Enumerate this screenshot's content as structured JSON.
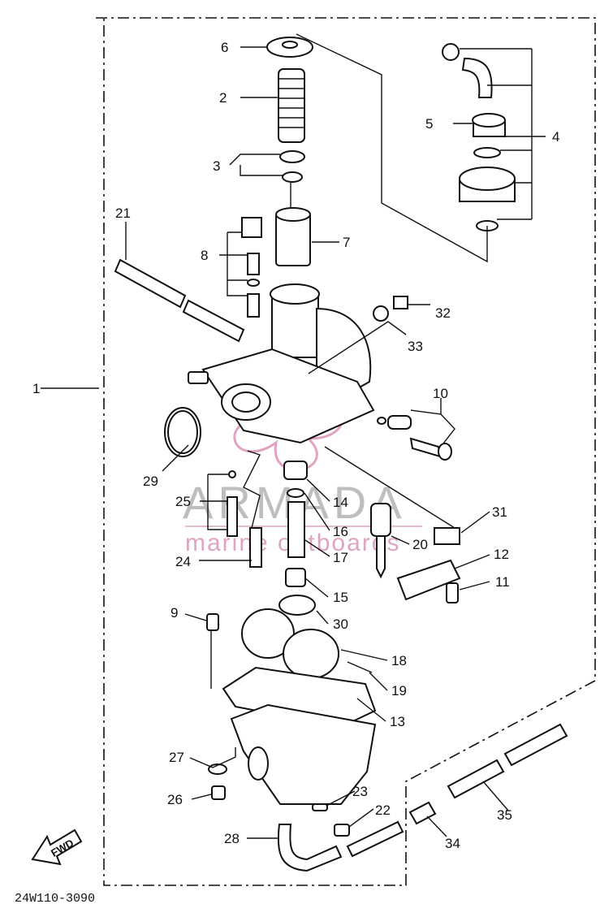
{
  "diagram": {
    "part_code": "24W110-3090",
    "fwd_label": "FWD",
    "watermark": {
      "title": "ARMADA",
      "subtitle": "marine outboards"
    },
    "callouts": [
      "1",
      "2",
      "3",
      "4",
      "5",
      "6",
      "7",
      "8",
      "9",
      "10",
      "11",
      "12",
      "13",
      "14",
      "15",
      "16",
      "17",
      "18",
      "19",
      "20",
      "21",
      "22",
      "23",
      "24",
      "25",
      "26",
      "27",
      "28",
      "29",
      "30",
      "31",
      "32",
      "33",
      "34",
      "35"
    ]
  }
}
